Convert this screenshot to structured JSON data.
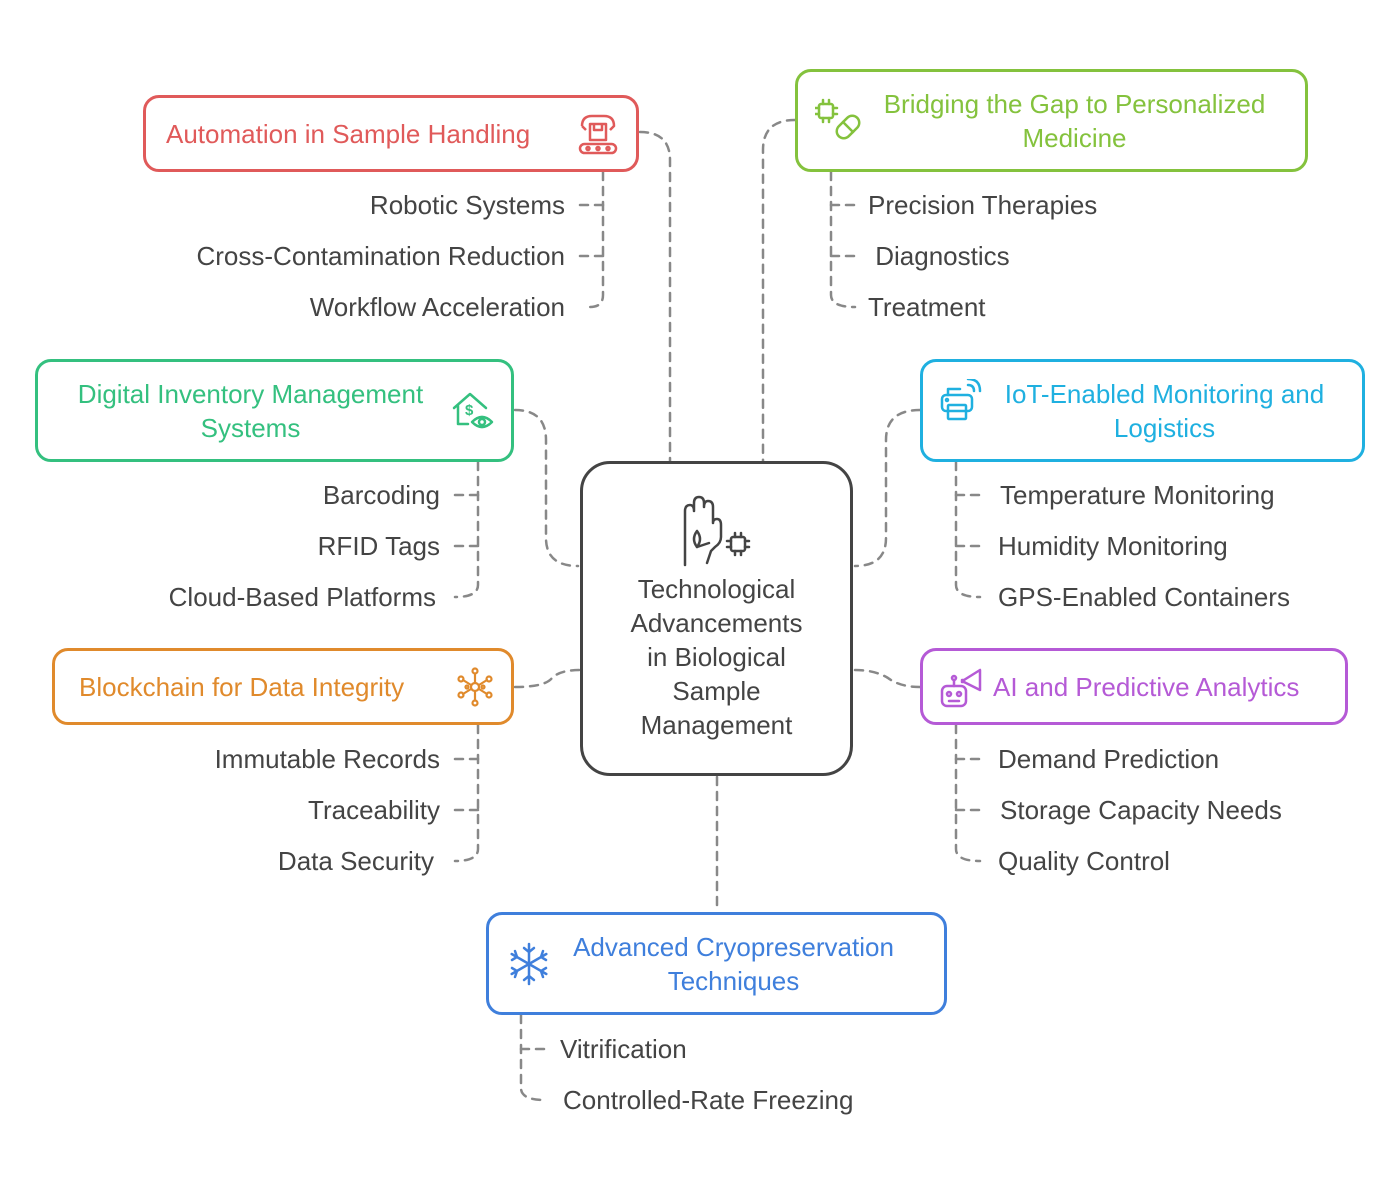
{
  "central": {
    "title_lines": [
      "Technological",
      "Advancements",
      "in Biological",
      "Sample",
      "Management"
    ],
    "icon": "hand-chip-icon",
    "color": "#444444"
  },
  "branches": [
    {
      "id": "automation",
      "title_lines": [
        "Automation in Sample Handling"
      ],
      "icon": "robot-conveyor-icon",
      "color": "#e05a5a",
      "items": [
        "Robotic Systems",
        "Cross-Contamination Reduction",
        "Workflow Acceleration"
      ]
    },
    {
      "id": "personalized-medicine",
      "title_lines": [
        "Bridging the Gap to Personalized",
        "Medicine"
      ],
      "icon": "chip-pill-icon",
      "color": "#84c23d",
      "items": [
        "Precision Therapies",
        " Diagnostics",
        "Treatment"
      ]
    },
    {
      "id": "digital-inventory",
      "title_lines": [
        "Digital Inventory Management",
        "Systems"
      ],
      "icon": "house-dollar-eye-icon",
      "color": "#34c07f",
      "items": [
        "Barcoding",
        "RFID Tags",
        "Cloud-Based Platforms"
      ]
    },
    {
      "id": "iot-monitoring",
      "title_lines": [
        "IoT-Enabled Monitoring and",
        "Logistics"
      ],
      "icon": "wireless-printer-icon",
      "color": "#1fb0e0",
      "items": [
        "Temperature Monitoring",
        "Humidity Monitoring",
        "GPS-Enabled Containers"
      ]
    },
    {
      "id": "blockchain",
      "title_lines": [
        "Blockchain for Data Integrity"
      ],
      "icon": "network-nodes-icon",
      "color": "#e08a2c",
      "items": [
        "Immutable Records",
        "Traceability",
        "Data Security"
      ]
    },
    {
      "id": "ai-analytics",
      "title_lines": [
        "AI and Predictive Analytics"
      ],
      "icon": "robot-megaphone-icon",
      "color": "#b55ad6",
      "items": [
        "Demand Prediction",
        "Storage Capacity Needs",
        "Quality Control"
      ]
    },
    {
      "id": "cryopreservation",
      "title_lines": [
        "Advanced Cryopreservation",
        "Techniques"
      ],
      "icon": "snowflake-icon",
      "color": "#3f7fdc",
      "items": [
        "Vitrification",
        "Controlled-Rate Freezing"
      ]
    }
  ],
  "connector_color": "#888888"
}
